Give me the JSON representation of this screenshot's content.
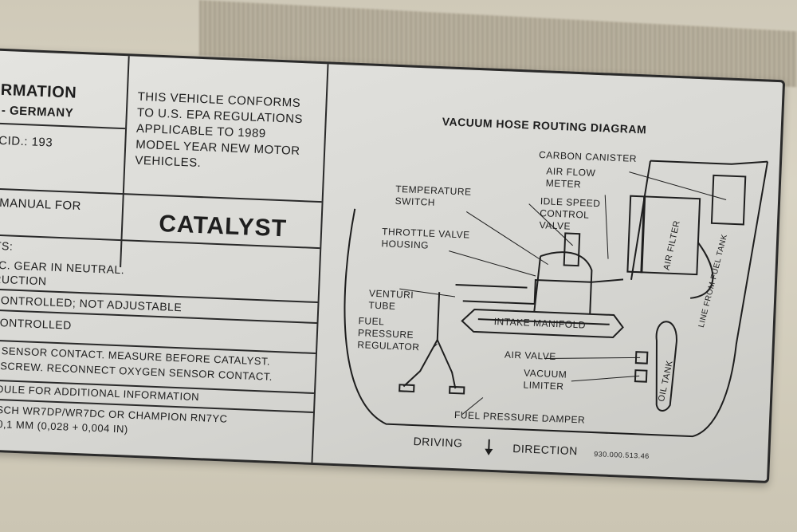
{
  "left_panel": {
    "header_line1": "RMATION",
    "header_line2": "- GERMANY",
    "cid": "CID.: 193",
    "manual": "MANUAL FOR",
    "spec_lines": [
      "TS:",
      "°C. GEAR IN NEUTRAL.",
      "RUCTION",
      "CONTROLLED; NOT ADJUSTABLE",
      "CONTROLLED",
      "N SENSOR CONTACT. MEASURE BEFORE CATALYST.",
      "E SCREW. RECONNECT OXYGEN SENSOR CONTACT.",
      "EDULE FOR ADDITIONAL INFORMATION",
      "OSCH WR7DP/WR7DC OR CHAMPION RN7YC",
      "+ 0,1 MM (0,028 + 0,004 IN)"
    ]
  },
  "epa": {
    "lines": [
      "THIS VEHICLE CONFORMS",
      "TO U.S. EPA REGULATIONS",
      "APPLICABLE TO 1989",
      "MODEL YEAR NEW MOTOR",
      "VEHICLES."
    ]
  },
  "catalyst": "CATALYST",
  "diagram": {
    "title": "VACUUM HOSE ROUTING DIAGRAM",
    "labels": {
      "carbon_canister": "CARBON CANISTER",
      "air_flow_meter_1": "AIR FLOW",
      "air_flow_meter_2": "METER",
      "idle_1": "IDLE SPEED",
      "idle_2": "CONTROL",
      "idle_3": "VALVE",
      "temp_1": "TEMPERATURE",
      "temp_2": "SWITCH",
      "throttle_1": "THROTTLE VALVE",
      "throttle_2": "HOUSING",
      "venturi_1": "VENTURI",
      "venturi_2": "TUBE",
      "fuel_reg_1": "FUEL",
      "fuel_reg_2": "PRESSURE",
      "fuel_reg_3": "REGULATOR",
      "intake": "INTAKE MANIFOLD",
      "air_valve": "AIR VALVE",
      "vacuum_1": "VACUUM",
      "vacuum_2": "LIMITER",
      "damper": "FUEL PRESSURE DAMPER",
      "air_filter": "AIR FILTER",
      "oil_tank": "OIL TANK",
      "line_from_fuel_tank": "LINE FROM FUEL TANK",
      "driving": "DRIVING",
      "direction": "DIRECTION",
      "part_no": "930.000.513.46"
    }
  }
}
